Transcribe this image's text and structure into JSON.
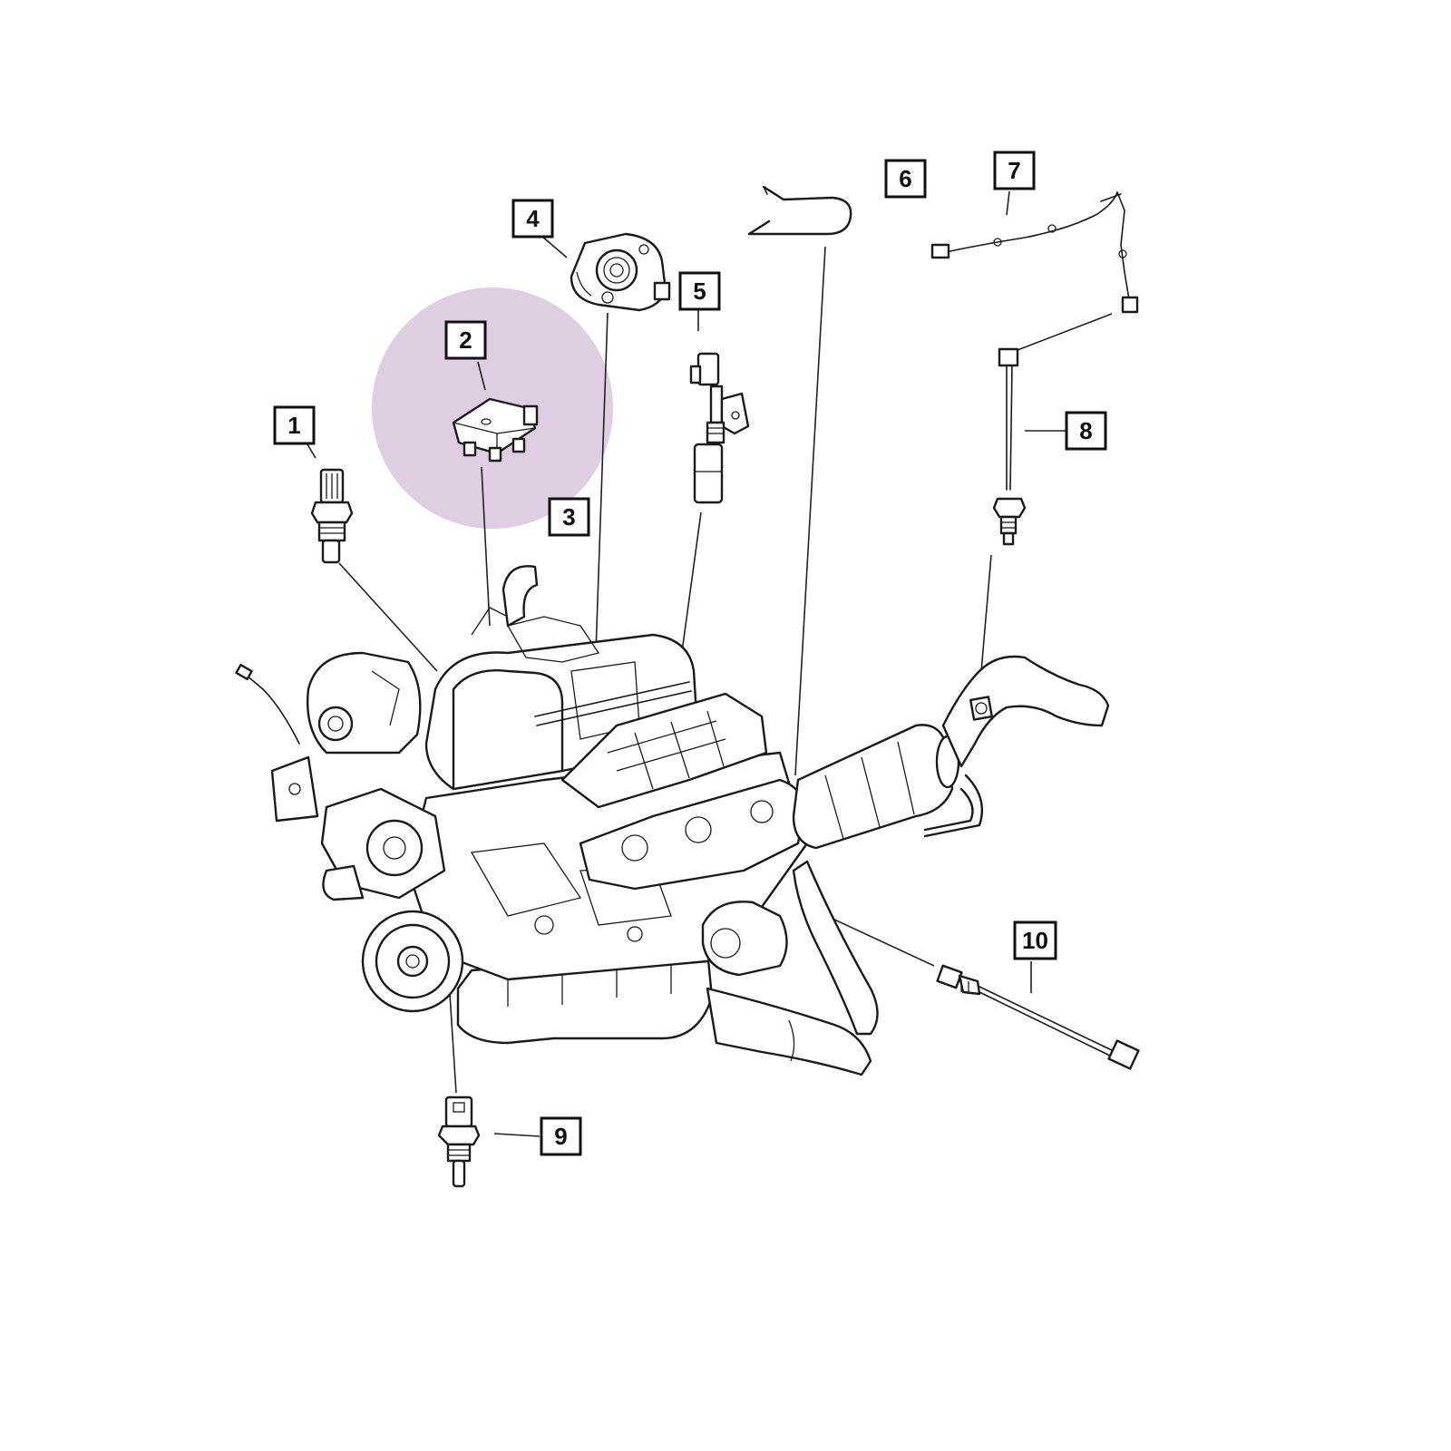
{
  "highlight_color": "#d8c6dc",
  "callouts": [
    {
      "label": "1"
    },
    {
      "label": "2"
    },
    {
      "label": "3"
    },
    {
      "label": "4"
    },
    {
      "label": "5"
    },
    {
      "label": "6"
    },
    {
      "label": "7"
    },
    {
      "label": "8"
    },
    {
      "label": "9"
    },
    {
      "label": "10"
    }
  ]
}
